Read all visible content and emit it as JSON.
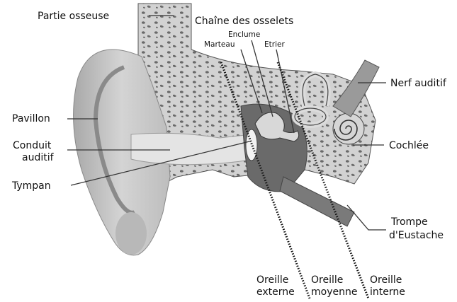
{
  "labels": {
    "partie_osseuse": "Partie osseuse",
    "chaine_osselets": "Chaîne des osselets",
    "enclume": "Enclume",
    "marteau": "Marteau",
    "etrier": "Etrier",
    "nerf_auditif": "Nerf auditif",
    "pavillon": "Pavillon",
    "conduit_1": "Conduit",
    "conduit_2": "auditif",
    "cochlee": "Cochlée",
    "tympan": "Tympan",
    "trompe_1": "Trompe",
    "trompe_2": "d'Eustache",
    "oreille_externe_1": "Oreille",
    "oreille_externe_2": "externe",
    "oreille_moyenne_1": "Oreille",
    "oreille_moyenne_2": "moyenne",
    "oreille_interne_1": "Oreille",
    "oreille_interne_2": "interne"
  },
  "colors": {
    "bone": "#cfcfcf",
    "skin": "#b9b9b9",
    "dark": "#555555",
    "canal": "#e6e6e6"
  }
}
